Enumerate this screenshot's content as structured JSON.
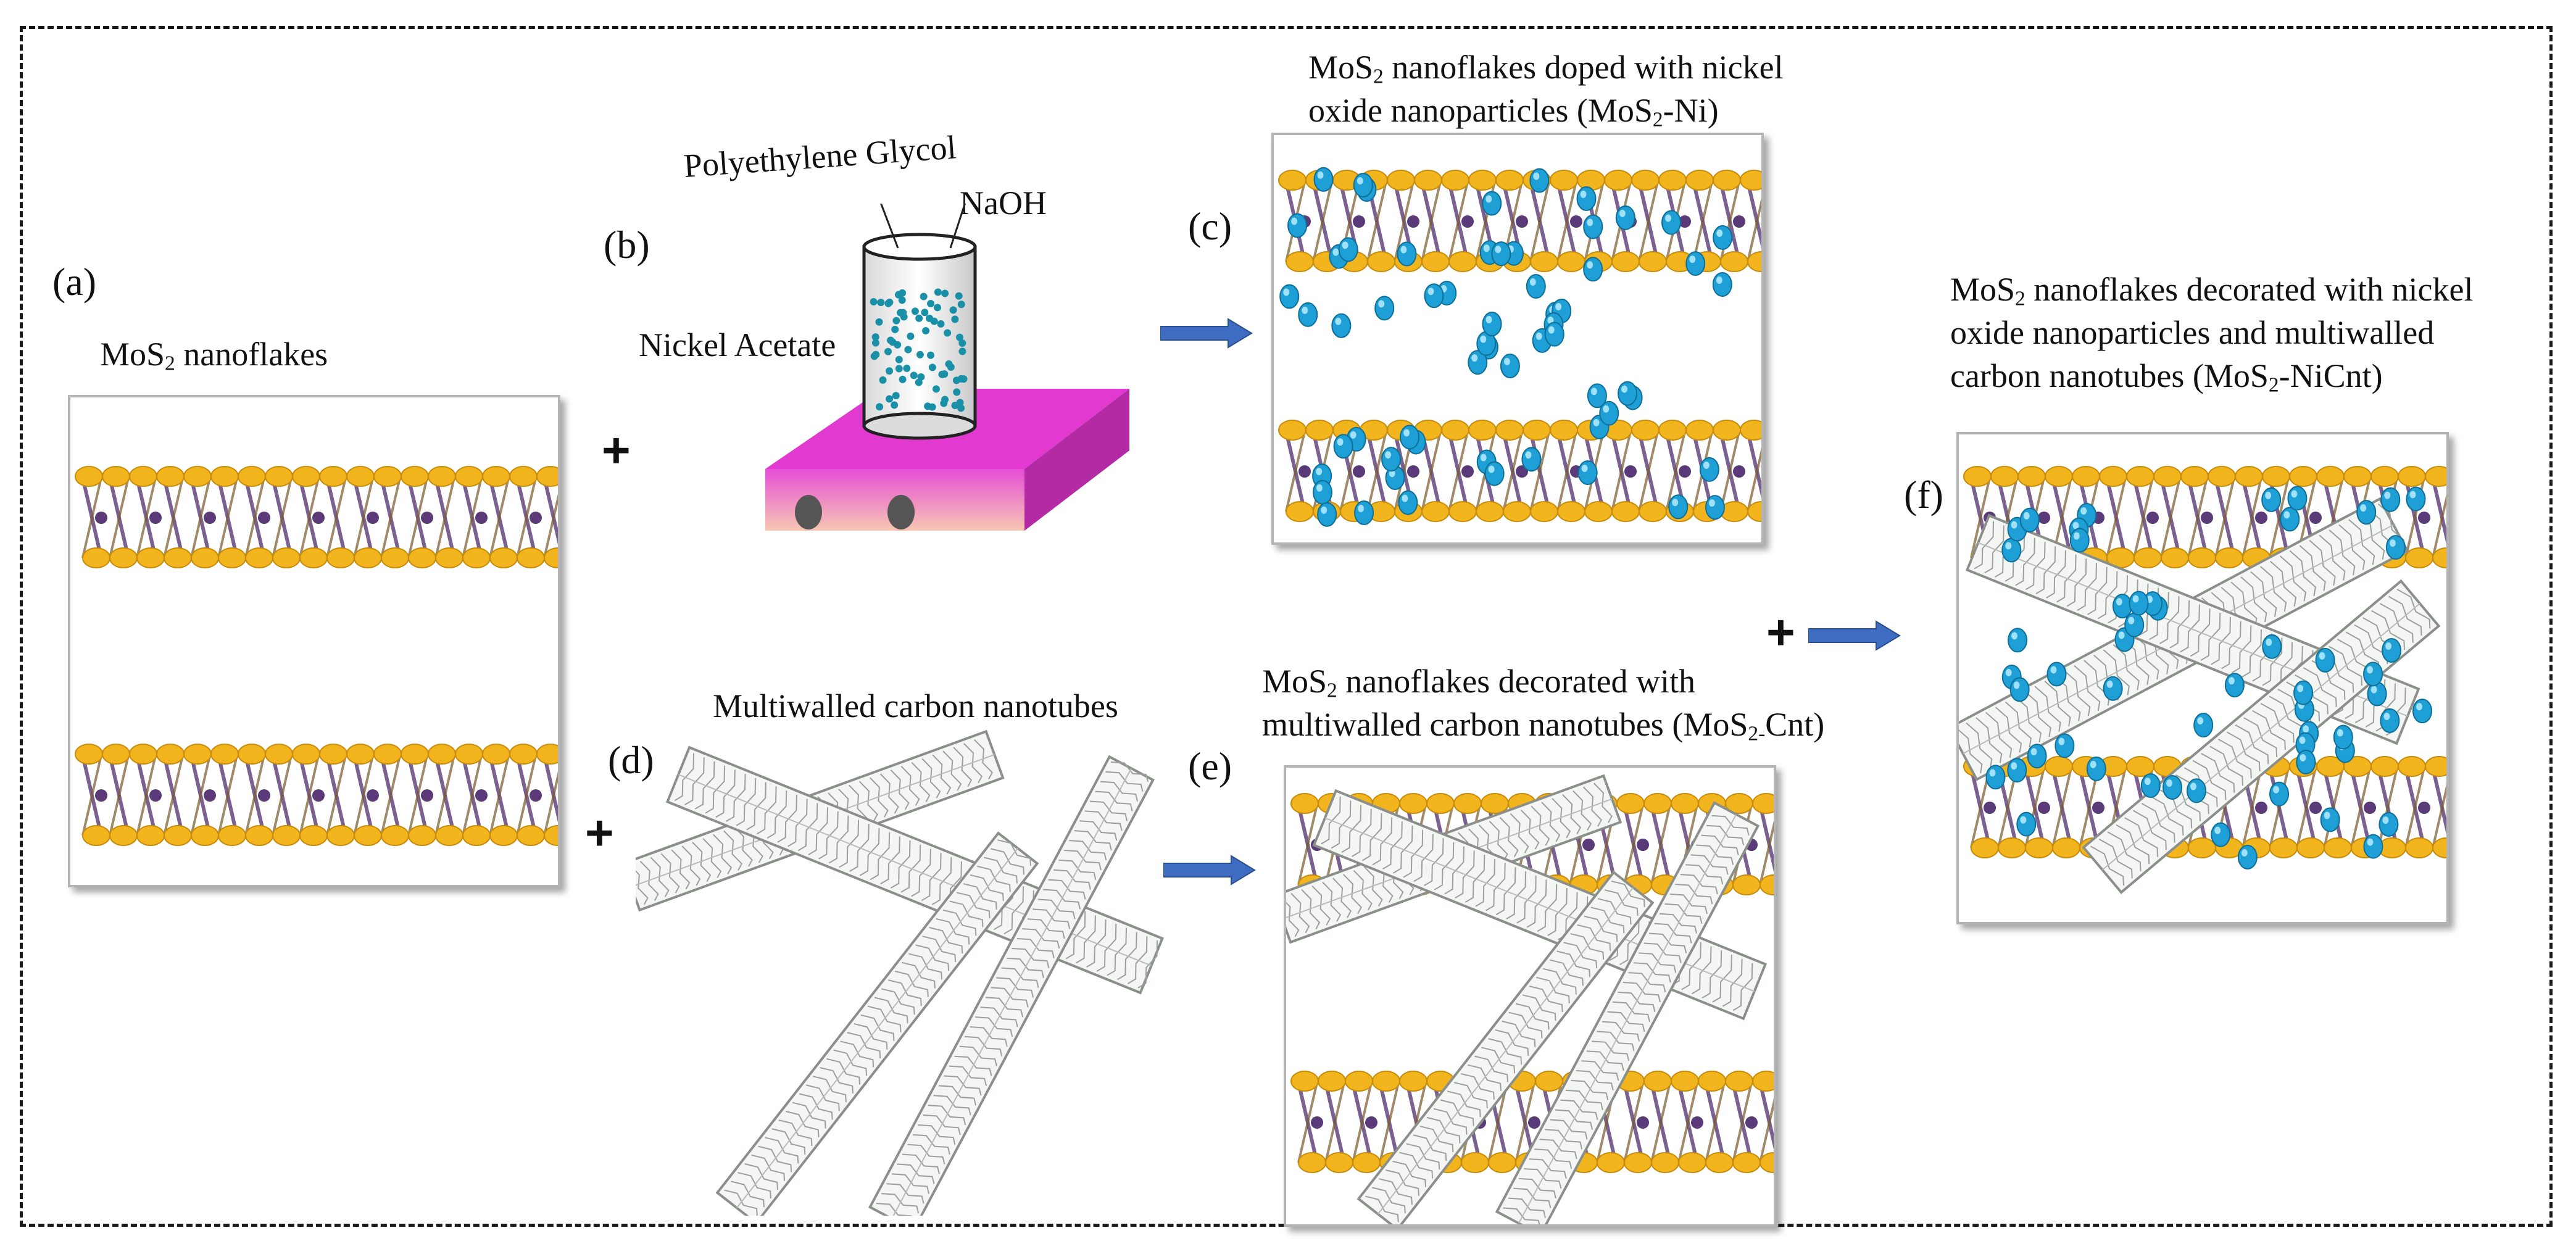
{
  "labels": {
    "a": "(a)",
    "b": "(b)",
    "c": "(c)",
    "d": "(d)",
    "e": "(e)",
    "f": "(f)"
  },
  "captions": {
    "a": {
      "pre": "MoS",
      "sub": "2",
      "post": " nanoflakes"
    },
    "b_peg": "Polyethylene Glycol",
    "b_naoh": "NaOH",
    "b_acetate": "Nickel Acetate",
    "c_line1": {
      "pre": "MoS",
      "sub": "2",
      "post": " nanoflakes doped with nickel"
    },
    "c_line2": {
      "pre": "oxide nanoparticles (MoS",
      "sub": "2",
      "post": "-Ni)"
    },
    "d": "Multiwalled carbon nanotubes",
    "e_line1": {
      "pre": "MoS",
      "sub": "2",
      "post": " nanoflakes decorated with"
    },
    "e_line2": {
      "pre": "multiwalled carbon nanotubes (MoS",
      "sub": "2-",
      "post": "Cnt)"
    },
    "f_line1": {
      "pre": "MoS",
      "sub": "2",
      "post": " nanoflakes decorated with nickel"
    },
    "f_line2": "oxide nanoparticles and multiwalled",
    "f_line3": {
      "pre": "carbon nanotubes (MoS",
      "sub": "2",
      "post": "-NiCnt)"
    }
  },
  "operators": {
    "plus_ab": "+",
    "plus_ad": "+",
    "plus_f": "+"
  },
  "colors": {
    "sulfur": "#f2b51e",
    "molybdenum": "#5a3a78",
    "nickel_oxide": "#1e9fd6",
    "arrow": "#3d6cc0",
    "hotplate": "#e23ad0",
    "nanotube": "#8a8f8a"
  }
}
